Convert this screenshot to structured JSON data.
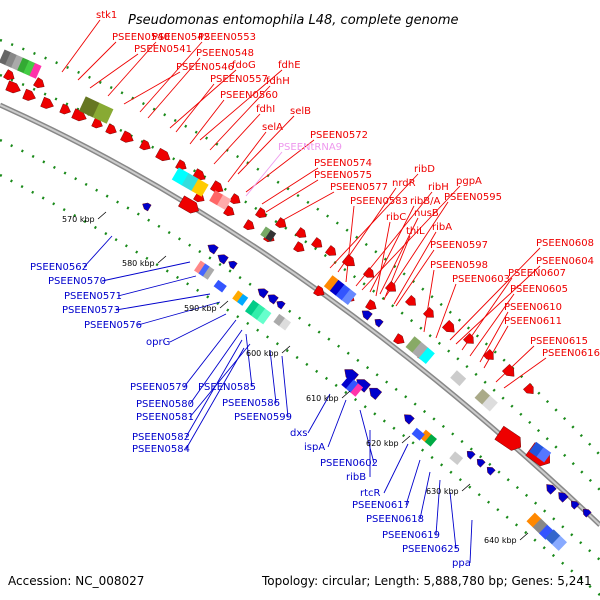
{
  "title": "Pseudomonas entomophila L48, complete genome",
  "accession": "Accession: NC_008027",
  "summary": "Topology: circular; Length: 5,888,780 bp; Genes: 5,241",
  "colors": {
    "forward": "#ee0000",
    "reverse": "#0000cc",
    "trna": "#ee99ee",
    "backbone": "#999999"
  },
  "kbp_ticks": [
    "570 kbp",
    "580 kbp",
    "590 kbp",
    "600 kbp",
    "610 kbp",
    "620 kbp",
    "630 kbp",
    "640 kbp"
  ],
  "forward_genes": [
    "stk1",
    "PSEEN0540",
    "PSEEN0541",
    "PSEEN0542",
    "PSEEN0553",
    "PSEEN0546",
    "PSEEN0548",
    "fdoG",
    "fdhE",
    "PSEEN0557",
    "fdhH",
    "PSEEN0560",
    "fdhI",
    "selB",
    "selA",
    "PSEEN0572",
    "PSEENtRNA9",
    "PSEEN0574",
    "PSEEN0575",
    "PSEEN0577",
    "ribD",
    "nrdR",
    "PSEEN0583",
    "ribH",
    "pgpA",
    "ribB/A",
    "PSEEN0595",
    "nusB",
    "ribC",
    "thiL",
    "ribA",
    "PSEEN0597",
    "PSEEN0608",
    "PSEEN0598",
    "PSEEN0604",
    "PSEEN0607",
    "PSEEN0603",
    "PSEEN0605",
    "PSEEN0610",
    "PSEEN0611",
    "PSEEN0615",
    "PSEEN0616"
  ],
  "reverse_genes": [
    "PSEEN0562",
    "PSEEN0570",
    "PSEEN0571",
    "PSEEN0573",
    "PSEEN0576",
    "oprG",
    "PSEEN0579",
    "PSEEN0580",
    "PSEEN0585",
    "PSEEN0581",
    "PSEEN0586",
    "PSEEN0599",
    "PSEEN0582",
    "PSEEN0584",
    "dxs",
    "ispA",
    "PSEEN0602",
    "ribB",
    "rtcR",
    "PSEEN0617",
    "PSEEN0618",
    "PSEEN0619",
    "PSEEN0625",
    "ppa"
  ]
}
